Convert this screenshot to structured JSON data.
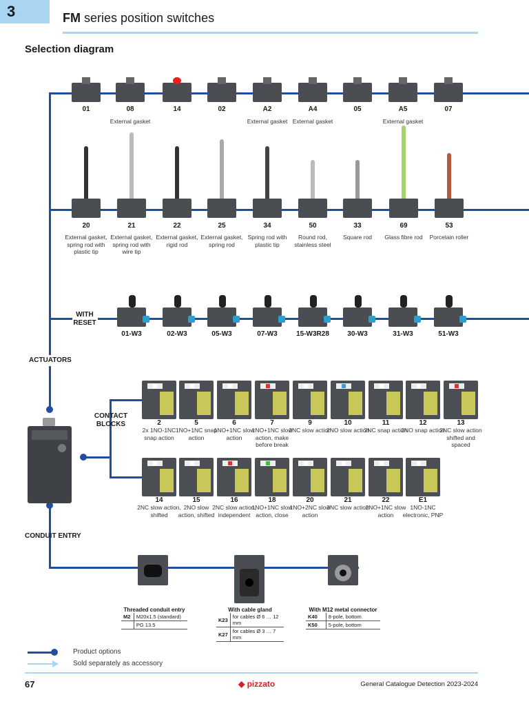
{
  "header": {
    "chapter": "3",
    "series": "FM",
    "title_rest": " series position switches",
    "section": "Selection diagram"
  },
  "row1": [
    {
      "code": "01",
      "desc": ""
    },
    {
      "code": "08",
      "desc": "External gasket"
    },
    {
      "code": "14",
      "desc": ""
    },
    {
      "code": "02",
      "desc": ""
    },
    {
      "code": "A2",
      "desc": "External gasket"
    },
    {
      "code": "A4",
      "desc": "External gasket"
    },
    {
      "code": "05",
      "desc": ""
    },
    {
      "code": "A5",
      "desc": "External gasket"
    },
    {
      "code": "07",
      "desc": ""
    }
  ],
  "row2": [
    {
      "code": "20",
      "desc": "External gasket, spring rod with plastic tip"
    },
    {
      "code": "21",
      "desc": "External gasket, spring rod with wire tip"
    },
    {
      "code": "22",
      "desc": "External gasket, rigid rod"
    },
    {
      "code": "25",
      "desc": "External gasket, spring rod"
    },
    {
      "code": "34",
      "desc": "Spring rod with plastic tip"
    },
    {
      "code": "50",
      "desc": "Round rod, stainless steel"
    },
    {
      "code": "33",
      "desc": "Square rod"
    },
    {
      "code": "69",
      "desc": "Glass fibre rod"
    },
    {
      "code": "53",
      "desc": "Porcelain roller"
    }
  ],
  "reset_label": "WITH RESET",
  "row3": [
    "01-W3",
    "02-W3",
    "05-W3",
    "07-W3",
    "15-W3R28",
    "30-W3",
    "31-W3",
    "51-W3"
  ],
  "actuators_label": "ACTUATORS",
  "contact_label": "CONTACT BLOCKS",
  "cb_row1": [
    {
      "code": "2",
      "desc": "2x 1NO-1NC snap action",
      "mark": "#ffffff"
    },
    {
      "code": "5",
      "desc": "1NO+1NC snap action",
      "mark": "#ffffff"
    },
    {
      "code": "6",
      "desc": "1NO+1NC slow action",
      "mark": "#ffffff"
    },
    {
      "code": "7",
      "desc": "1NO+1NC slow action, make before break",
      "mark": "#e03030"
    },
    {
      "code": "9",
      "desc": "2NC slow action",
      "mark": "#ffffff"
    },
    {
      "code": "10",
      "desc": "2NO slow action",
      "mark": "#3a9ad8"
    },
    {
      "code": "11",
      "desc": "2NC snap action",
      "mark": "#ffffff"
    },
    {
      "code": "12",
      "desc": "2NO snap action",
      "mark": "#ffffff"
    },
    {
      "code": "13",
      "desc": "2NC slow action shifted and spaced",
      "mark": "#e03030"
    }
  ],
  "cb_row2": [
    {
      "code": "14",
      "desc": "2NC slow action, shifted",
      "mark": "#ffffff"
    },
    {
      "code": "15",
      "desc": "2NO slow action, shifted",
      "mark": "#ffffff"
    },
    {
      "code": "16",
      "desc": "2NC slow action, independent",
      "mark": "#e03030"
    },
    {
      "code": "18",
      "desc": "1NO+1NC slow action, close",
      "mark": "#40c040"
    },
    {
      "code": "20",
      "desc": "1NO+2NC slow action",
      "mark": "#ffffff"
    },
    {
      "code": "21",
      "desc": "3NC slow action",
      "mark": "#ffffff"
    },
    {
      "code": "22",
      "desc": "2NO+1NC slow action",
      "mark": "#ffffff"
    },
    {
      "code": "E1",
      "desc": "1NO-1NC electronic, PNP",
      "mark": "#ffffff"
    }
  ],
  "conduit_label": "CONDUIT ENTRY",
  "threaded": {
    "title": "Threaded conduit entry",
    "rows": [
      {
        "k": "M2",
        "v": "M20x1.5 (standard)"
      },
      {
        "k": "",
        "v": "PG 13.5"
      }
    ]
  },
  "gland": {
    "title": "With cable gland",
    "rows": [
      {
        "k": "K23",
        "v": "for cables Ø 6 … 12 mm"
      },
      {
        "k": "K27",
        "v": "for cables Ø 3 … 7 mm"
      }
    ]
  },
  "m12": {
    "title": "With M12 metal connector",
    "rows": [
      {
        "k": "K40",
        "v": "8-pole, bottom"
      },
      {
        "k": "K50",
        "v": "5-pole, bottom"
      }
    ]
  },
  "legend": {
    "product": "Product options",
    "accessory": "Sold separately as accessory"
  },
  "footer": {
    "page": "67",
    "brand": "pizzato",
    "catalog": "General Catalogue Detection 2023-2024"
  },
  "colors": {
    "bus": "#1f4ea1",
    "accent": "#a9d5f2",
    "dark": "#4a4d52",
    "reset": "#2aa0d0"
  }
}
